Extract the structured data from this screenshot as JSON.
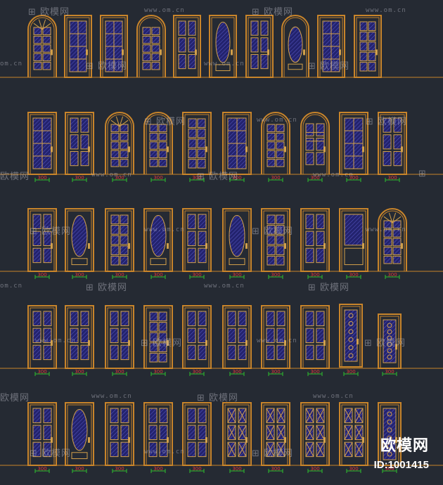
{
  "colors": {
    "background": "#252a33",
    "frame": "#c8842a",
    "panel": "#d2a04a",
    "glass_fill": "#23236e",
    "hatch": "#5a5ac8",
    "baseline": "#c8842a",
    "dim_line": "#2dbf2d",
    "dim_text": "#e23a3a"
  },
  "watermark": {
    "brand": "欧模网",
    "url": "www.om.cn",
    "url_short": "om.cn"
  },
  "brand_logo": {
    "text": "欧模网",
    "id": "ID:1001415"
  },
  "dimension_label": "300",
  "rows": [
    {
      "doors": [
        "arch-fan",
        "mullion",
        "mullion",
        "arch-grid",
        "panel",
        "oval",
        "panel",
        "arch-oval",
        "mullion",
        "grid"
      ],
      "dims": false
    },
    {
      "doors": [
        "mullion",
        "panel",
        "arch-fan",
        "arch-grid",
        "grid",
        "mullion",
        "arch-grid",
        "arch-panel",
        "mullion",
        "panel"
      ],
      "dims": true
    },
    {
      "doors": [
        "panel",
        "oval",
        "grid",
        "oval",
        "panel",
        "oval",
        "grid",
        "panel",
        "glass",
        "arch-fan"
      ],
      "dims": true
    },
    {
      "doors": [
        "panel",
        "panel",
        "panel",
        "grid",
        "panel",
        "panel",
        "panel",
        "panel",
        "narrow",
        "narrow-ornate"
      ],
      "dims": true
    },
    {
      "doors": [
        "panel",
        "oval",
        "panel",
        "panel",
        "panel",
        "ornate",
        "ornate",
        "ornate",
        "ornate",
        "narrow-ornate"
      ],
      "dims": true
    }
  ]
}
